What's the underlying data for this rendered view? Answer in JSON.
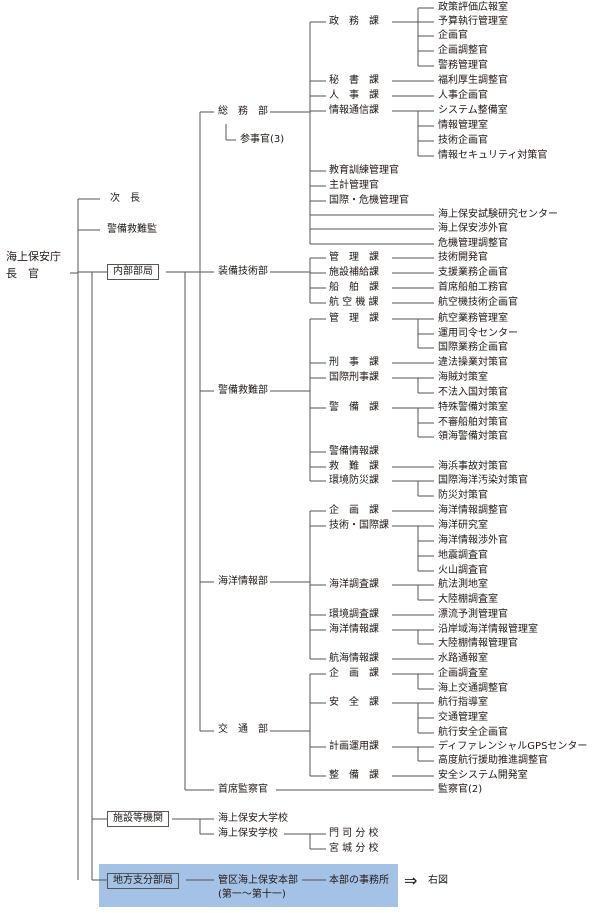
{
  "colors": {
    "line": "#555555",
    "text": "#231815",
    "highlight": "#a4c2e6"
  },
  "root": {
    "line1": "海上保安庁",
    "line2": "長　官"
  },
  "level1": {
    "vice": "次　長",
    "rescue_director": "警備救難監",
    "internal": "内部部局",
    "facilities": "施設等機関",
    "regional": "地方支分部局"
  },
  "internal": {
    "general_affairs": {
      "name": "総　務　部",
      "counselor": "参事官(3)",
      "policy_div": "政　務　課",
      "policy_items": [
        "政策評価広報室",
        "予算執行管理室",
        "企画官",
        "企画調整官",
        "警務管理官"
      ],
      "secretary_div": "秘　書　課",
      "secretary_items": [
        "福利厚生調整官"
      ],
      "personnel_div": "人　事　課",
      "personnel_items": [
        "人事企画官"
      ],
      "info_div": "情報通信課",
      "info_items": [
        "システム整備室",
        "情報管理室",
        "技術企画官",
        "情報セキュリティ対策官"
      ],
      "training": "教育訓練管理官",
      "accounting": "主計管理官",
      "intl": "国際・危機管理官",
      "research_center": "海上保安試験研究センター",
      "foreign_affairs": "海上保安渉外官",
      "crisis": "危機管理調整官"
    },
    "equipment": {
      "name": "装備技術部",
      "divisions": [
        "管　理　課",
        "施設補給課",
        "船　舶　課",
        "航 空 機 課"
      ],
      "items": [
        "技術開発官",
        "支援業務企画官",
        "首席船舶工務官",
        "航空機技術企画官"
      ]
    },
    "guard_rescue": {
      "name": "警備救難部",
      "mgmt_div": "管　理　課",
      "mgmt_items": [
        "航空業務管理室",
        "運用司令センター",
        "国際業務企画官"
      ],
      "criminal_div": "刑　事　課",
      "criminal_items": [
        "違法操業対策官"
      ],
      "intl_criminal_div": "国際刑事課",
      "intl_criminal_items": [
        "海賊対策室",
        "不法入国対策官"
      ],
      "security_div": "警　備　課",
      "security_items": [
        "特殊警備対策室",
        "不審船舶対策官",
        "領海警備対策官"
      ],
      "security_info": "警備情報課",
      "rescue_div": "救　難　課",
      "rescue_items": [
        "海浜事故対策官"
      ],
      "env_div": "環境防災課",
      "env_items": [
        "国際海洋汚染対策官",
        "防災対策官"
      ]
    },
    "hydrographic": {
      "name": "海洋情報部",
      "planning_div": "企　画　課",
      "planning_items": [
        "海洋情報調整官"
      ],
      "tech_div": "技術・国際課",
      "tech_items": [
        "海洋研究室",
        "海洋情報渉外官",
        "地震調査官",
        "火山調査官"
      ],
      "survey_div": "海洋調査課",
      "survey_items": [
        "航法測地室",
        "大陸棚調査室"
      ],
      "env_div": "環境調査課",
      "env_items": [
        "漂流予測管理官"
      ],
      "ocean_info_div": "海洋情報課",
      "ocean_info_items": [
        "沿岸域海洋情報管理室",
        "大陸棚情報管理官"
      ],
      "nav_info_div": "航海情報課",
      "nav_info_items": [
        "水路通報室"
      ]
    },
    "traffic": {
      "name": "交　通　部",
      "planning_div": "企　画　課",
      "planning_items": [
        "企画調査室",
        "海上交通調整官"
      ],
      "safety_div": "安　全　課",
      "safety_items": [
        "航行指導室",
        "交通管理室",
        "航行安全企画官"
      ],
      "ops_div": "計画運用課",
      "ops_items": [
        "ディファレンシャルGPSセンター",
        "高度航行援助推進調整官"
      ],
      "maint_div": "整　備　課",
      "maint_items": [
        "安全システム開発室"
      ]
    },
    "inspector": {
      "name": "首席監察官",
      "item": "監察官(2)"
    }
  },
  "facilities": {
    "academy": "海上保安大学校",
    "school": "海上保安学校",
    "branches": [
      "門 司 分 校",
      "宮 城 分 校"
    ]
  },
  "regional": {
    "hq_line1": "管区海上保安本部",
    "hq_line2": "(第一〜第十一)",
    "offices": "本部の事務所",
    "arrow": "⇒",
    "see_right": "右図"
  }
}
